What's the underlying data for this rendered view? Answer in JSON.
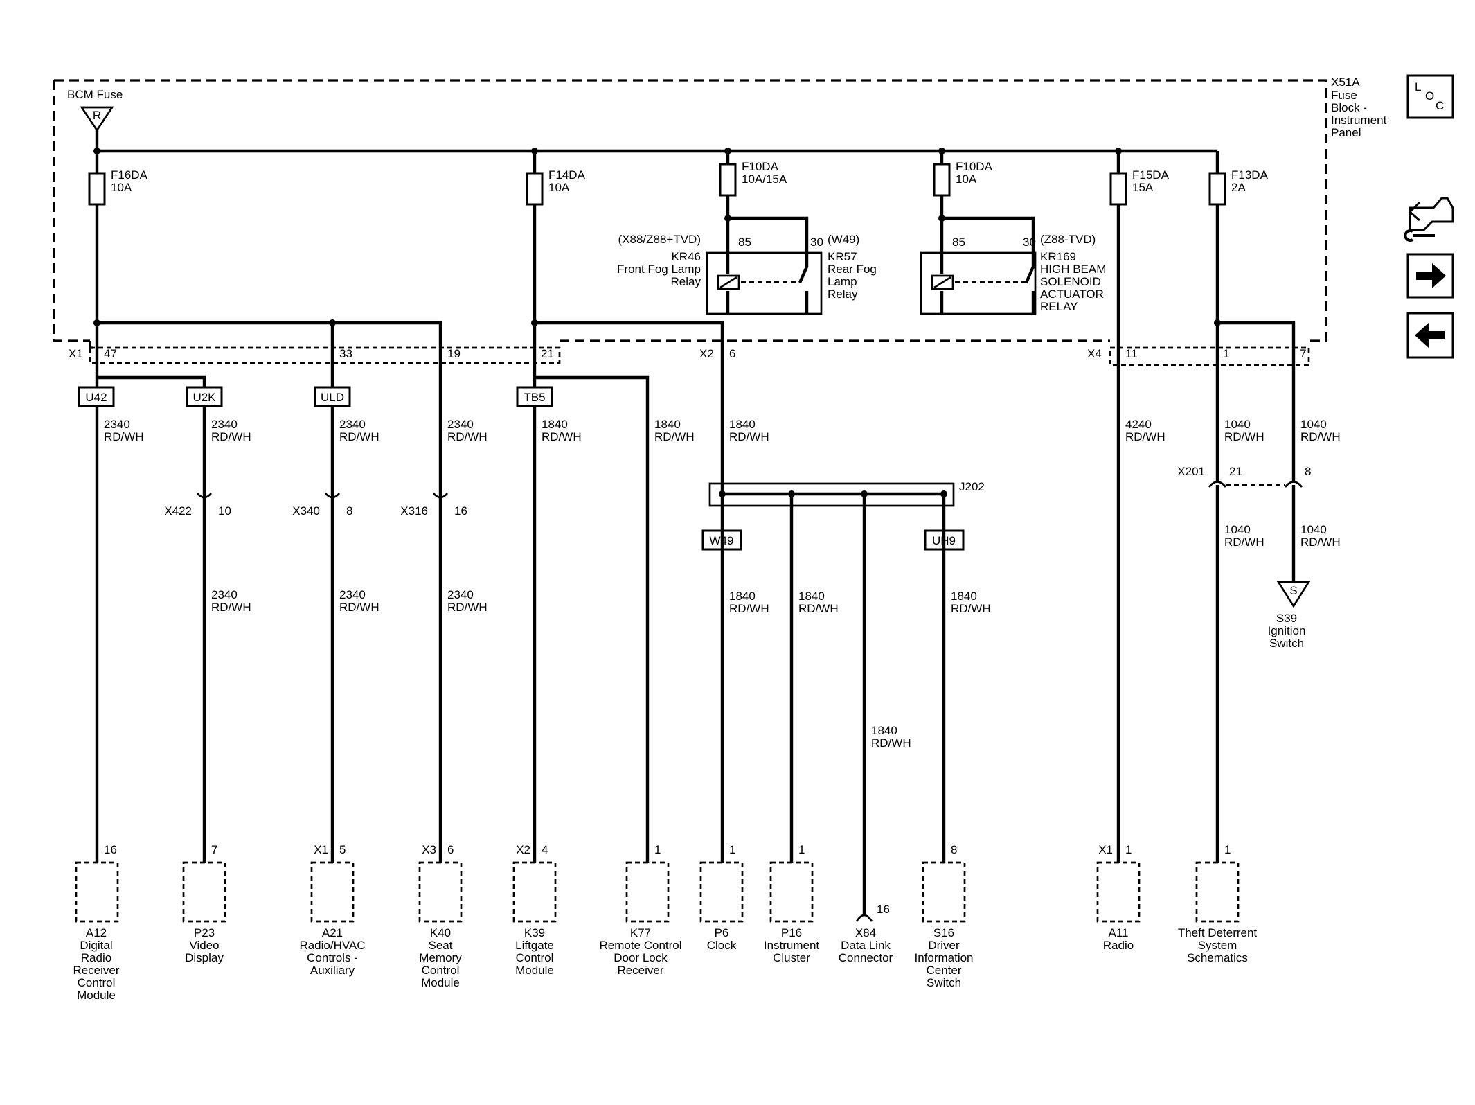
{
  "bcm": {
    "label": "BCM Fuse",
    "letter": "R"
  },
  "fuse_block": {
    "lines": [
      "X51A",
      "Fuse",
      "Block -",
      "Instrument",
      "Panel"
    ]
  },
  "loc": {
    "l": "L",
    "o": "O",
    "c": "C"
  },
  "fuses": [
    {
      "id": "F16DA",
      "rating": "10A"
    },
    {
      "id": "F14DA",
      "rating": "10A"
    },
    {
      "id": "F10DA",
      "rating": "10A/15A"
    },
    {
      "id": "F10DA",
      "rating": "10A"
    },
    {
      "id": "F15DA",
      "rating": "15A"
    },
    {
      "id": "F13DA",
      "rating": "2A"
    }
  ],
  "relays": {
    "kr46": {
      "option": "(X88/Z88+TVD)",
      "name_lines": [
        "KR46",
        "Front Fog Lamp",
        "Relay"
      ],
      "pin85": "85",
      "pin30": "30",
      "opt30": "(W49)",
      "name2_lines": [
        "KR57",
        "Rear Fog",
        "Lamp",
        "Relay"
      ]
    },
    "kr169": {
      "pin85": "85",
      "pin30": "30",
      "opt30": "(Z88-TVD)",
      "name_lines": [
        "KR169",
        "HIGH BEAM",
        "SOLENOID",
        "ACTUATOR",
        "RELAY"
      ]
    }
  },
  "connectors": {
    "x1": "X1",
    "x1_47": "47",
    "x1_33": "33",
    "x1_19": "19",
    "x1_21": "21",
    "x2": "X2",
    "x2_6": "6",
    "x4": "X4",
    "x4_11": "11",
    "x4_1": "1",
    "x4_7": "7"
  },
  "options": [
    "U42",
    "U2K",
    "ULD",
    "TB5",
    "W49",
    "UH9"
  ],
  "wire_labels": {
    "w2340": "2340",
    "w1840": "1840",
    "w4240": "4240",
    "w1040": "1040",
    "color": "RD/WH"
  },
  "inline": [
    {
      "conn": "X422",
      "pin": "10"
    },
    {
      "conn": "X340",
      "pin": "8"
    },
    {
      "conn": "X316",
      "pin": "16"
    },
    {
      "conn": "X201",
      "pin": "21"
    },
    {
      "pin": "8"
    }
  ],
  "splice": "J202",
  "ignition": {
    "letter": "S",
    "lines": [
      "S39",
      "Ignition",
      "Switch"
    ]
  },
  "components": [
    {
      "conn": "",
      "pin": "16",
      "lines": [
        "A12",
        "Digital",
        "Radio",
        "Receiver",
        "Control",
        "Module"
      ]
    },
    {
      "conn": "",
      "pin": "7",
      "lines": [
        "P23",
        "Video",
        "Display"
      ]
    },
    {
      "conn": "X1",
      "pin": "5",
      "lines": [
        "A21",
        "Radio/HVAC",
        "Controls -",
        "Auxiliary"
      ]
    },
    {
      "conn": "X3",
      "pin": "6",
      "lines": [
        "K40",
        "Seat",
        "Memory",
        "Control",
        "Module"
      ]
    },
    {
      "conn": "X2",
      "pin": "4",
      "lines": [
        "K39",
        "Liftgate",
        "Control",
        "Module"
      ]
    },
    {
      "conn": "",
      "pin": "1",
      "lines": [
        "K77",
        "Remote Control",
        "Door Lock",
        "Receiver"
      ]
    },
    {
      "conn": "",
      "pin": "1",
      "lines": [
        "P6",
        "Clock"
      ]
    },
    {
      "conn": "",
      "pin": "1",
      "lines": [
        "P16",
        "Instrument",
        "Cluster"
      ]
    },
    {
      "conn": "",
      "pin": "16",
      "lines": [
        "X84",
        "Data Link",
        "Connector"
      ]
    },
    {
      "conn": "",
      "pin": "8",
      "lines": [
        "S16",
        "Driver",
        "Information",
        "Center",
        "Switch"
      ]
    },
    {
      "conn": "X1",
      "pin": "1",
      "lines": [
        "A11",
        "Radio"
      ]
    },
    {
      "conn": "",
      "pin": "1",
      "lines": [
        "Theft Deterrent",
        "System",
        "Schematics"
      ]
    }
  ],
  "nav": {
    "legend_icon": "wrench-car-icon",
    "next_icon": "arrow-right-icon",
    "prev_icon": "arrow-left-icon"
  }
}
